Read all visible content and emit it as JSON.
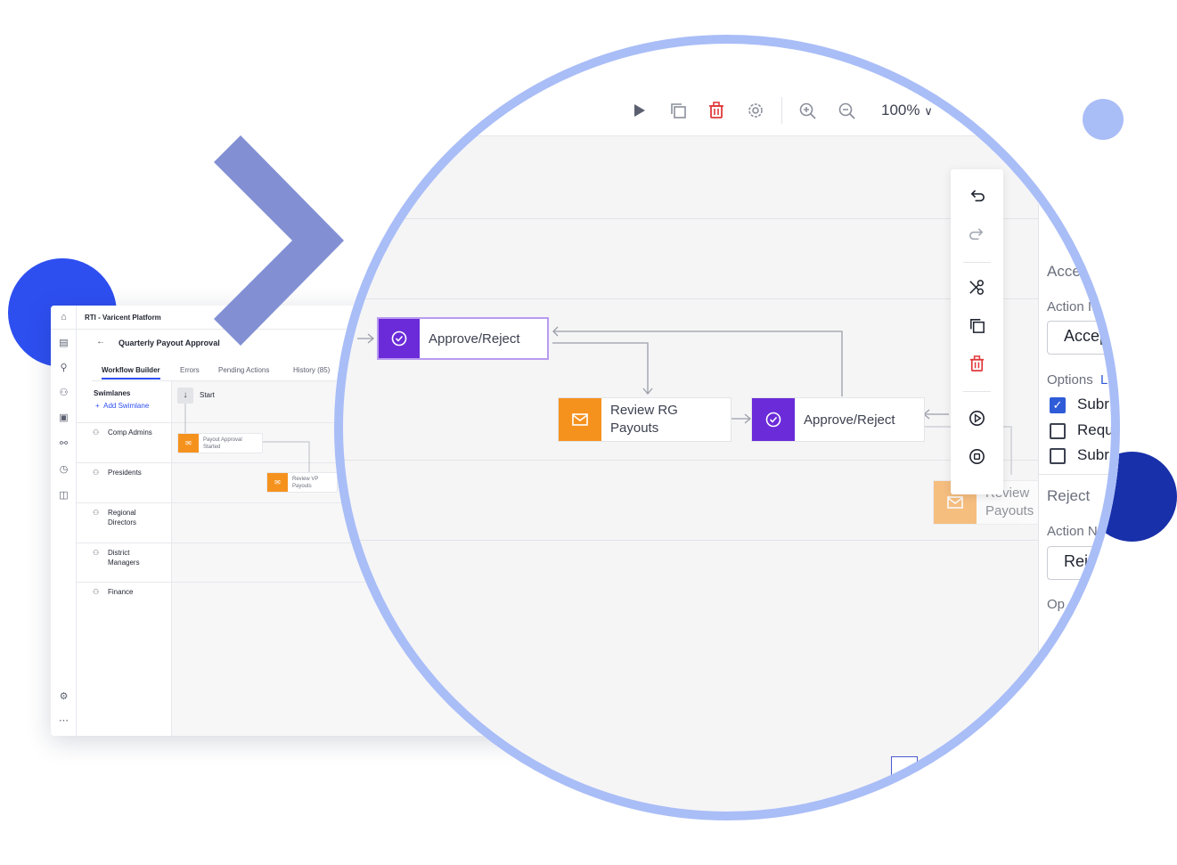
{
  "app": {
    "title": "RTI - Varicent Platform",
    "breadcrumb": "Quarterly Payout Approval",
    "tabs": [
      {
        "label": "Workflow Builder",
        "active": true
      },
      {
        "label": "Errors",
        "active": false
      },
      {
        "label": "Pending Actions",
        "active": false
      },
      {
        "label": "History (85)",
        "active": false
      }
    ],
    "swimlanes_heading": "Swimlanes",
    "add_swimlane": "Add Swimlane",
    "start_label": "Start",
    "lanes": [
      "Comp Admins",
      "Presidents",
      "Regional Directors",
      "District Managers",
      "Finance"
    ],
    "nodes": [
      {
        "label": "Payout Approval Started",
        "kind": "email"
      },
      {
        "label": "Review VP Payouts",
        "kind": "email"
      }
    ]
  },
  "zoom": {
    "zoom_level": "100%",
    "toolbar_icons": [
      "play-icon",
      "copy-icon",
      "trash-icon",
      "settings-icon",
      "zoom-in-icon",
      "zoom-out-icon"
    ],
    "nodes": [
      {
        "label": "Approve/Reject",
        "kind": "approval"
      },
      {
        "label": "Review RG Payouts",
        "kind": "email"
      },
      {
        "label": "Approve/Reject",
        "kind": "approval"
      },
      {
        "label": "Review Payouts",
        "kind": "email"
      }
    ],
    "side_tools": [
      "undo-icon",
      "redo-icon",
      "cut-icon",
      "copy-icon",
      "trash-icon",
      "play-circle-icon",
      "stop-circle-icon"
    ]
  },
  "panel": {
    "accept_heading": "Acce",
    "action_label": "Action I",
    "accept_value": "Accep",
    "options_label": "Options",
    "options_link": "L",
    "options": [
      {
        "label": "Subr",
        "checked": true
      },
      {
        "label": "Requ",
        "checked": false
      },
      {
        "label": "Subr",
        "checked": false
      }
    ],
    "reject_heading": "Reject",
    "reject_action_label": "Action N",
    "reject_value": "Rej",
    "reject_options_label": "Op"
  },
  "colors": {
    "accent_blue": "#2e4ff0",
    "ring": "#a9bdf7",
    "approval_purple": "#6b2bd9",
    "email_orange": "#f5921e",
    "chevron": "#8290d3",
    "delete_red": "#e0393b"
  }
}
